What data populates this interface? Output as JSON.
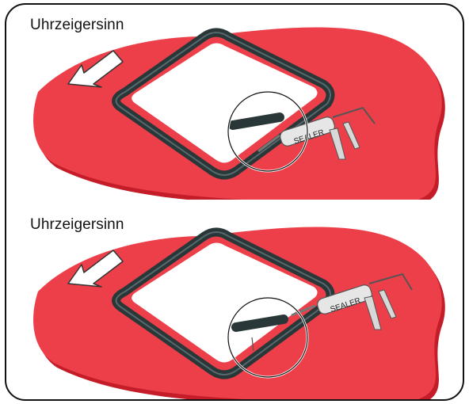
{
  "panels": [
    {
      "caption": "Uhrzeigersinn",
      "gun_label": "SEALER"
    },
    {
      "caption": "Uhrzeigersinn",
      "gun_label": "SEALER"
    }
  ],
  "colors": {
    "surface": "#ed3f49",
    "surface_edge": "#c41d29",
    "gasket": "#2a3739",
    "frame_border": "#111111"
  },
  "icons": [
    "direction-arrow-icon",
    "detail-circle-icon",
    "sealer-gun-icon"
  ]
}
